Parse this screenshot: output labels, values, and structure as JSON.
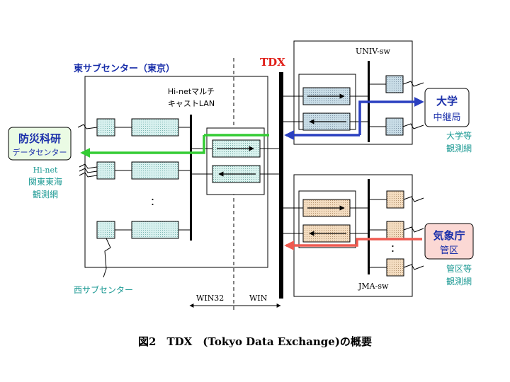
{
  "colors": {
    "blue_text": "#1a2faa",
    "red_text": "#e0201a",
    "teal_text": "#1d9a94",
    "green_arrow": "#33cc33",
    "blue_arrow": "#2a3fc0",
    "red_arrow": "#ee5a50",
    "univ_fill": "#c8dce6",
    "teal_fill": "#d7f0ee",
    "tan_fill": "#f3dcc0",
    "kishou_fill": "#fbd8d4",
    "green_fill": "#eafbe4",
    "blue_fill": "#ffffff"
  },
  "labels": {
    "east_sub_center": "東サブセンター（東京）",
    "tdx": "TDX",
    "univ_sw": "UNIV-sw",
    "jma_sw": "JMA-sw",
    "hinet_lan_line1": "Hi-netマルチ",
    "hinet_lan_line2": "キャストLAN",
    "west_sub_center": "西サブセンター",
    "win32": "WIN32",
    "win": "WIN",
    "ellipsis": "：",
    "caption": "図2　TDX　(Tokyo Data Exchange)の概要"
  },
  "nodes": {
    "bosai": {
      "line1": "防災科研",
      "line2": "データセンター"
    },
    "hinet_net": {
      "line1": "Hi-net",
      "line2": "関東東海",
      "line3": "観測網"
    },
    "daigaku": {
      "line1": "大学",
      "line2": "中継局"
    },
    "daigaku_net": {
      "line1": "大学等",
      "line2": "観測網"
    },
    "kishou": {
      "line1": "気象庁",
      "line2": "管区"
    },
    "kanku_net": {
      "line1": "管区等",
      "line2": "観測網"
    }
  }
}
